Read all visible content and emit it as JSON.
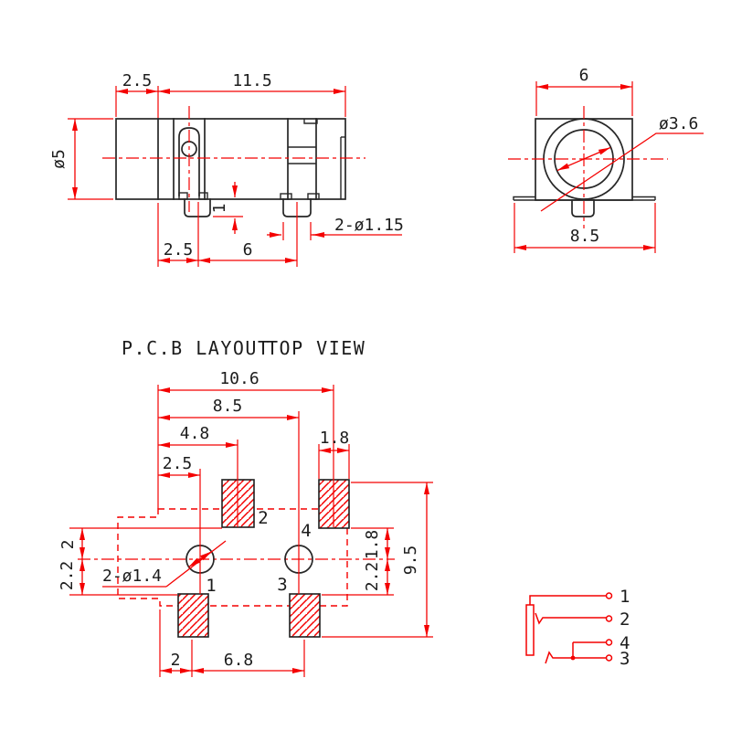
{
  "drawing": {
    "colors": {
      "object_line": "#262626",
      "dimension": "#f40000",
      "background": "#ffffff"
    },
    "side_view": {
      "dim_top_left": "2.5",
      "dim_top_right": "11.5",
      "dim_body_diameter": "ø5",
      "dim_pin_protrusion": "1",
      "dim_pin_diameter": "2-ø1.15",
      "dim_bottom_left": "2.5",
      "dim_pin_pitch": "6"
    },
    "front_view": {
      "dim_body_width": "6",
      "dim_hole_diameter": "ø3.6",
      "dim_flange_width": "8.5"
    },
    "pcb_layout": {
      "title_left": "P.C.B LAYOUT",
      "title_right": "TOP VIEW",
      "dim_overall_width": "10.6",
      "dim_hole_span": "8.5",
      "dim_pad2_offset": "4.8",
      "dim_pad4_width": "1.8",
      "dim_hole1_offset": "2.5",
      "dim_left_upper": "2",
      "dim_left_lower": "2.2",
      "dim_hole_callout": "2-ø1.4",
      "dim_right_upper": "1.8",
      "dim_right_lower": "2.2",
      "dim_pad_span_vertical": "9.5",
      "dim_bottom_left": "2",
      "dim_bottom_pitch": "6.8",
      "pad_numbers": {
        "pad1": "1",
        "pad2": "2",
        "pad3": "3",
        "pad4": "4"
      }
    },
    "schematic": {
      "pin1": "1",
      "pin2": "2",
      "pin4": "4",
      "pin3": "3"
    }
  }
}
